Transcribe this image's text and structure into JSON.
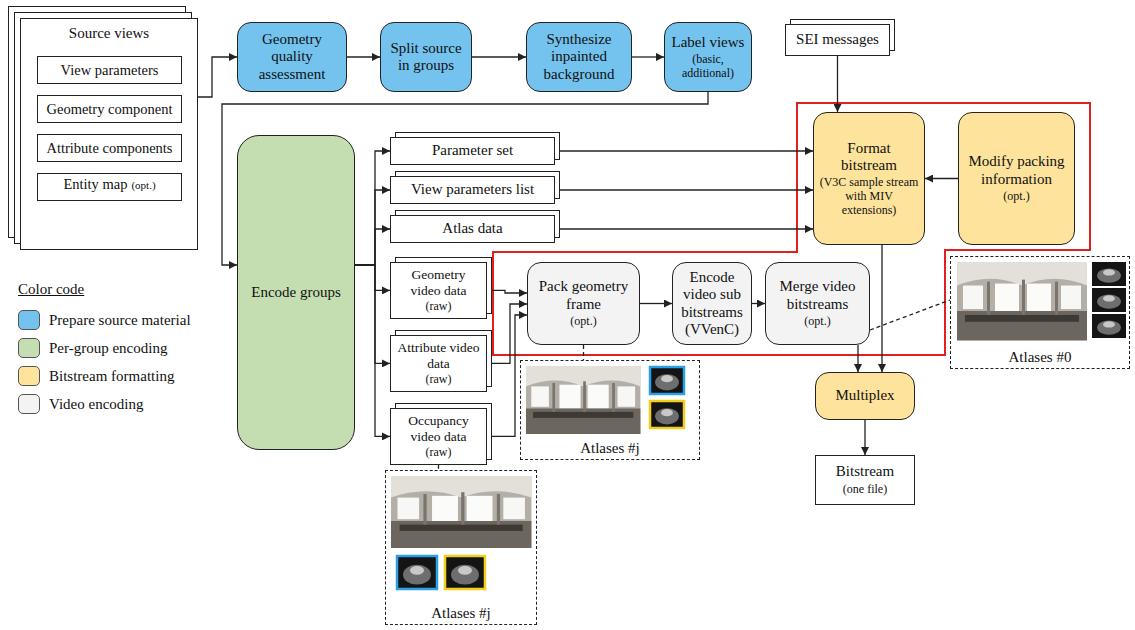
{
  "diagram": {
    "nodes": [
      {
        "text": [
          "Source views"
        ]
      },
      {
        "text": [
          "View parameters"
        ],
        "in": 0
      },
      {
        "text": [
          "Geometry component"
        ],
        "in": 0
      },
      {
        "text": [
          "Attribute components"
        ],
        "in": 0
      },
      {
        "text": [
          "Entity map",
          "(opt.)"
        ],
        "in": 0
      },
      {
        "text": [
          "Geometry quality assessment"
        ]
      },
      {
        "text": [
          "Split source in groups"
        ]
      },
      {
        "text": [
          "Synthesize inpainted background"
        ]
      },
      {
        "text": [
          "Label views",
          "(basic, additional)"
        ]
      },
      {
        "text": [
          "SEI messages"
        ]
      },
      {
        "text": [
          "Encode groups"
        ]
      },
      {
        "text": [
          "Parameter set"
        ]
      },
      {
        "text": [
          "View parameters list"
        ]
      },
      {
        "text": [
          "Atlas data"
        ]
      },
      {
        "text": [
          "Format bitstream",
          "(V3C sample stream with MIV extensions)"
        ]
      },
      {
        "text": [
          "Modify packing information",
          "(opt.)"
        ]
      },
      {
        "text": [
          "Geometry video data",
          "(raw)"
        ]
      },
      {
        "text": [
          "Attribute video data",
          "(raw)"
        ]
      },
      {
        "text": [
          "Pack geometry frame",
          "(opt.)"
        ]
      },
      {
        "text": [
          "Encode video sub bitstreams (VVenC)"
        ]
      },
      {
        "text": [
          "Merge video bitstreams",
          "(opt.)"
        ]
      },
      {
        "text": [
          "Atlases #0"
        ]
      },
      {
        "text": [
          "Occupancy video data",
          "(raw)"
        ]
      },
      {
        "text": [
          "Multiplex"
        ]
      },
      {
        "text": [
          "Atlases #j"
        ]
      },
      {
        "text": [
          "Bitstream",
          "(one file)"
        ]
      },
      {
        "text": [
          "Atlases #j"
        ]
      }
    ],
    "edges": [
      {
        "from": 0,
        "to": 5,
        "arrow": "to"
      },
      {
        "from": 5,
        "to": 6,
        "arrow": "to"
      },
      {
        "from": 6,
        "to": 7,
        "arrow": "to"
      },
      {
        "from": 7,
        "to": 8,
        "arrow": "to"
      },
      {
        "from": 8,
        "to": 10,
        "arrow": "to"
      },
      {
        "from": 10,
        "to": 11,
        "arrow": "to"
      },
      {
        "from": 10,
        "to": 12,
        "arrow": "to"
      },
      {
        "from": 10,
        "to": 13,
        "arrow": "to"
      },
      {
        "from": 10,
        "to": 16,
        "arrow": "to"
      },
      {
        "from": 10,
        "to": 17,
        "arrow": "to"
      },
      {
        "from": 10,
        "to": 22,
        "arrow": "to"
      },
      {
        "from": 11,
        "to": 14,
        "arrow": "to"
      },
      {
        "from": 12,
        "to": 14,
        "arrow": "to"
      },
      {
        "from": 13,
        "to": 14,
        "arrow": "to"
      },
      {
        "from": 9,
        "to": 14,
        "arrow": "to"
      },
      {
        "from": 15,
        "to": 14,
        "arrow": "to"
      },
      {
        "from": 16,
        "to": 18,
        "arrow": "to"
      },
      {
        "from": 17,
        "to": 18,
        "arrow": "to"
      },
      {
        "from": 22,
        "to": 18,
        "arrow": "to"
      },
      {
        "from": 18,
        "to": 19,
        "arrow": "to"
      },
      {
        "from": 19,
        "to": 20,
        "arrow": "to"
      },
      {
        "from": 20,
        "to": 23,
        "arrow": "to"
      },
      {
        "from": 14,
        "to": 23,
        "arrow": "to"
      },
      {
        "from": 23,
        "to": 25,
        "arrow": "to"
      },
      {
        "from": 20,
        "to": 21,
        "arrow": "none"
      },
      {
        "from": 18,
        "to": 24,
        "arrow": "none"
      },
      {
        "from": 22,
        "to": 26,
        "arrow": "none"
      }
    ],
    "labels": [
      "Color code"
    ],
    "legend": [
      {
        "text": "Prepare source material",
        "color": "#74c2ee"
      },
      {
        "text": "Per-group encoding",
        "color": "#c5deb1"
      },
      {
        "text": "Bitstream formatting",
        "color": "#fde39b"
      },
      {
        "text": "Video encoding",
        "color": "#f3f3f3"
      }
    ]
  }
}
